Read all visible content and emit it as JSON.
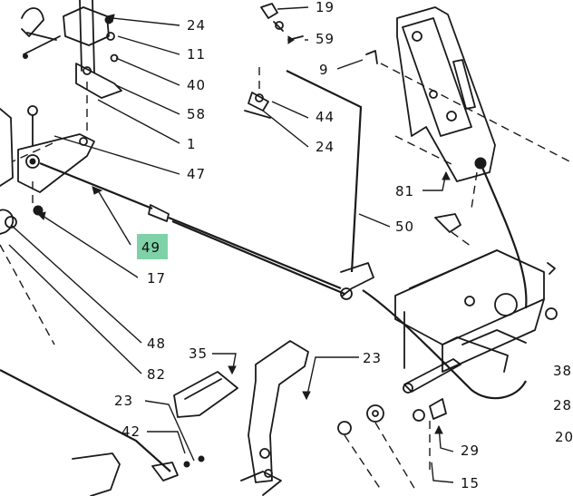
{
  "highlight_color": "#7fd1a7",
  "labels": {
    "p24a": "24",
    "p11": "11",
    "p40": "40",
    "p58a": "58",
    "p1": "1",
    "p47": "47",
    "p19": "19",
    "p59": "59",
    "p9": "9",
    "p44": "44",
    "p24b": "24",
    "p81": "81",
    "p50": "50",
    "p49": "49",
    "p17": "17",
    "p48": "48",
    "p82": "82",
    "p35": "35",
    "p23a": "23",
    "p23b": "23",
    "p42": "42",
    "p38": "38",
    "p28": "28",
    "p20": "20",
    "p29": "29",
    "p15": "15"
  }
}
